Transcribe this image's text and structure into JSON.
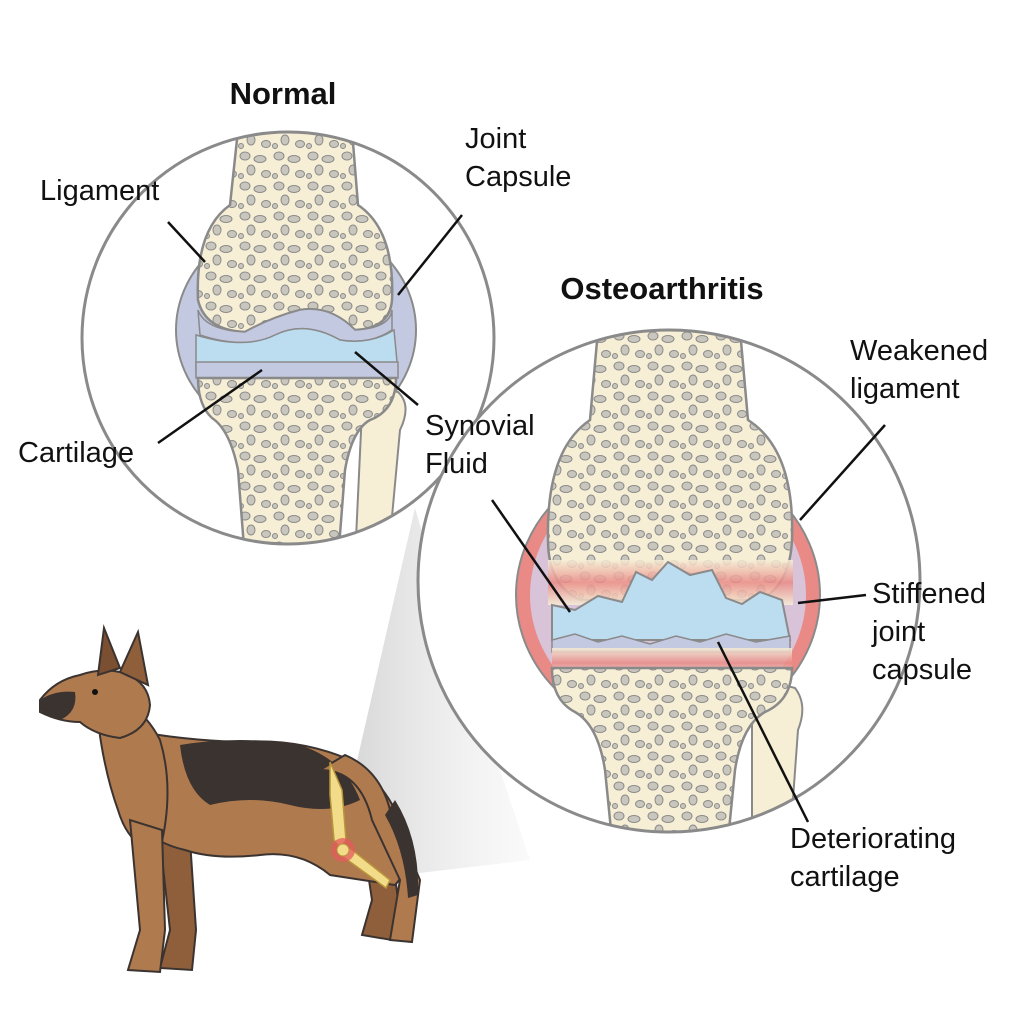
{
  "titles": {
    "normal": "Normal",
    "oa": "Osteoarthritis"
  },
  "labels": {
    "ligament": "Ligament",
    "joint_capsule": [
      "Joint",
      "Capsule"
    ],
    "cartilage": "Cartilage",
    "synovial_fluid": [
      "Synovial",
      "Fluid"
    ],
    "weakened_ligament": [
      "Weakened",
      "ligament"
    ],
    "stiffened_capsule": [
      "Stiffened",
      "joint",
      "capsule"
    ],
    "deteriorating_cartilage": [
      "Deteriorating",
      "cartilage"
    ]
  },
  "colors": {
    "bone": "#f6efd6",
    "bone_outline": "#8a8a8a",
    "marrow": "#c9c6bd",
    "cartilage": "#c3c9e0",
    "fluid": "#bcdcf0",
    "inflammation": "#e98a86",
    "dog_tan": "#b07a4f",
    "dog_dark": "#3b3330",
    "leader": "#111111"
  }
}
